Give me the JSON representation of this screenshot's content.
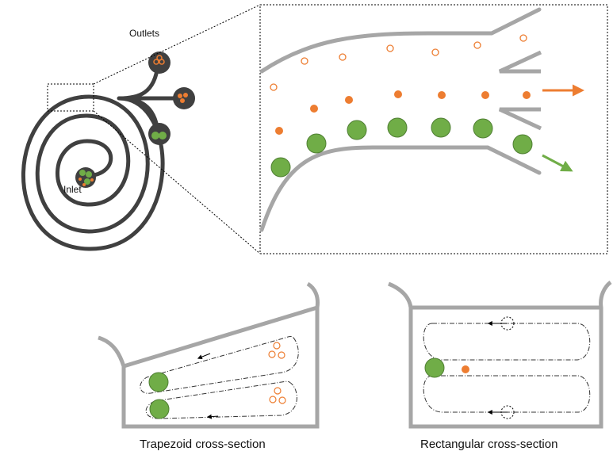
{
  "labels": {
    "outlets": "Outlets",
    "inlet": "Inlet",
    "trapezoid_caption": "Trapezoid cross-section",
    "rectangular_caption": "Rectangular cross-section"
  },
  "colors": {
    "channel_gray": "#a6a6a6",
    "spiral_dark": "#404040",
    "small_particle": "#ed7d31",
    "large_particle": "#70ad47",
    "arrow_orange": "#ed7d31",
    "arrow_green": "#70ad47"
  },
  "icons": {
    "orange_arrow": "right-arrow-icon",
    "green_arrow": "down-right-arrow-icon"
  }
}
